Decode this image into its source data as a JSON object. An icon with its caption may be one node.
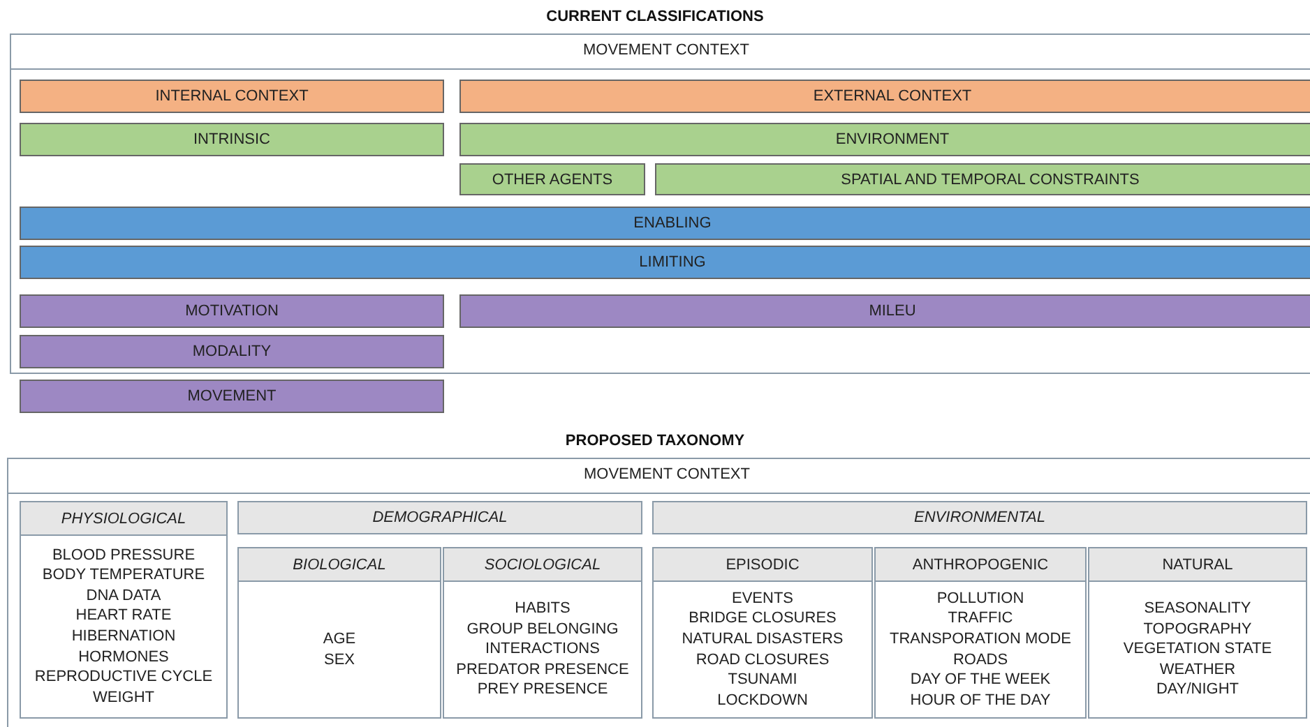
{
  "diagram": {
    "nodes": [
      {
        "text": [
          "MOVEMENT CONTEXT"
        ]
      },
      {
        "text": [
          "INTERNAL CONTEXT"
        ],
        "in": 0
      },
      {
        "text": [
          "EXTERNAL CONTEXT"
        ],
        "in": 0
      },
      {
        "text": [
          "INTRINSIC"
        ],
        "in": 0
      },
      {
        "text": [
          "ENVIRONMENT"
        ],
        "in": 0
      },
      {
        "text": [
          "OTHER AGENTS"
        ],
        "in": 0
      },
      {
        "text": [
          "SPATIAL AND TEMPORAL CONSTRAINTS"
        ],
        "in": 0
      },
      {
        "text": [
          "ENABLING"
        ],
        "in": 0
      },
      {
        "text": [
          "LIMITING"
        ],
        "in": 0
      },
      {
        "text": [
          "MOTIVATION"
        ],
        "in": 0
      },
      {
        "text": [
          "MILEU"
        ],
        "in": 0
      },
      {
        "text": [
          "MODALITY"
        ],
        "in": 0
      },
      {
        "text": [
          "MOVEMENT"
        ]
      },
      {
        "text": [
          "MOVEMENT CONTEXT"
        ]
      },
      {
        "text": [
          "PHYSIOLOGICAL",
          "BLOOD PRESSURE",
          "BODY TEMPERATURE",
          "DNA DATA",
          "HEART RATE",
          "HIBERNATION",
          "HORMONES",
          "REPRODUCTIVE CYCLE",
          "WEIGHT"
        ],
        "in": 13
      },
      {
        "text": [
          "DEMOGRAPHICAL"
        ],
        "in": 13
      },
      {
        "text": [
          "ENVIRONMENTAL"
        ],
        "in": 13
      },
      {
        "text": [
          "BIOLOGICAL",
          "AGE",
          "SEX"
        ],
        "in": 13
      },
      {
        "text": [
          "SOCIOLOGICAL",
          "HABITS",
          "GROUP BELONGING",
          "INTERACTIONS",
          "PREDATOR PRESENCE",
          "PREY PRESENCE"
        ],
        "in": 13
      },
      {
        "text": [
          "EPISODIC",
          "EVENTS",
          "BRIDGE CLOSURES",
          "NATURAL DISASTERS",
          "ROAD CLOSURES",
          "TSUNAMI",
          "LOCKDOWN"
        ],
        "in": 13
      },
      {
        "text": [
          "ANTHROPOGENIC",
          "POLLUTION",
          "TRAFFIC",
          "TRANSPORATION MODE",
          "ROADS",
          "DAY OF THE WEEK",
          "HOUR OF THE DAY"
        ],
        "in": 13
      },
      {
        "text": [
          "NATURAL",
          "SEASONALITY",
          "TOPOGRAPHY",
          "VEGETATION STATE",
          "WEATHER",
          "DAY/NIGHT"
        ],
        "in": 13
      }
    ],
    "labels": [
      "CURRENT CLASSIFICATIONS",
      "PROPOSED TAXONOMY"
    ]
  }
}
